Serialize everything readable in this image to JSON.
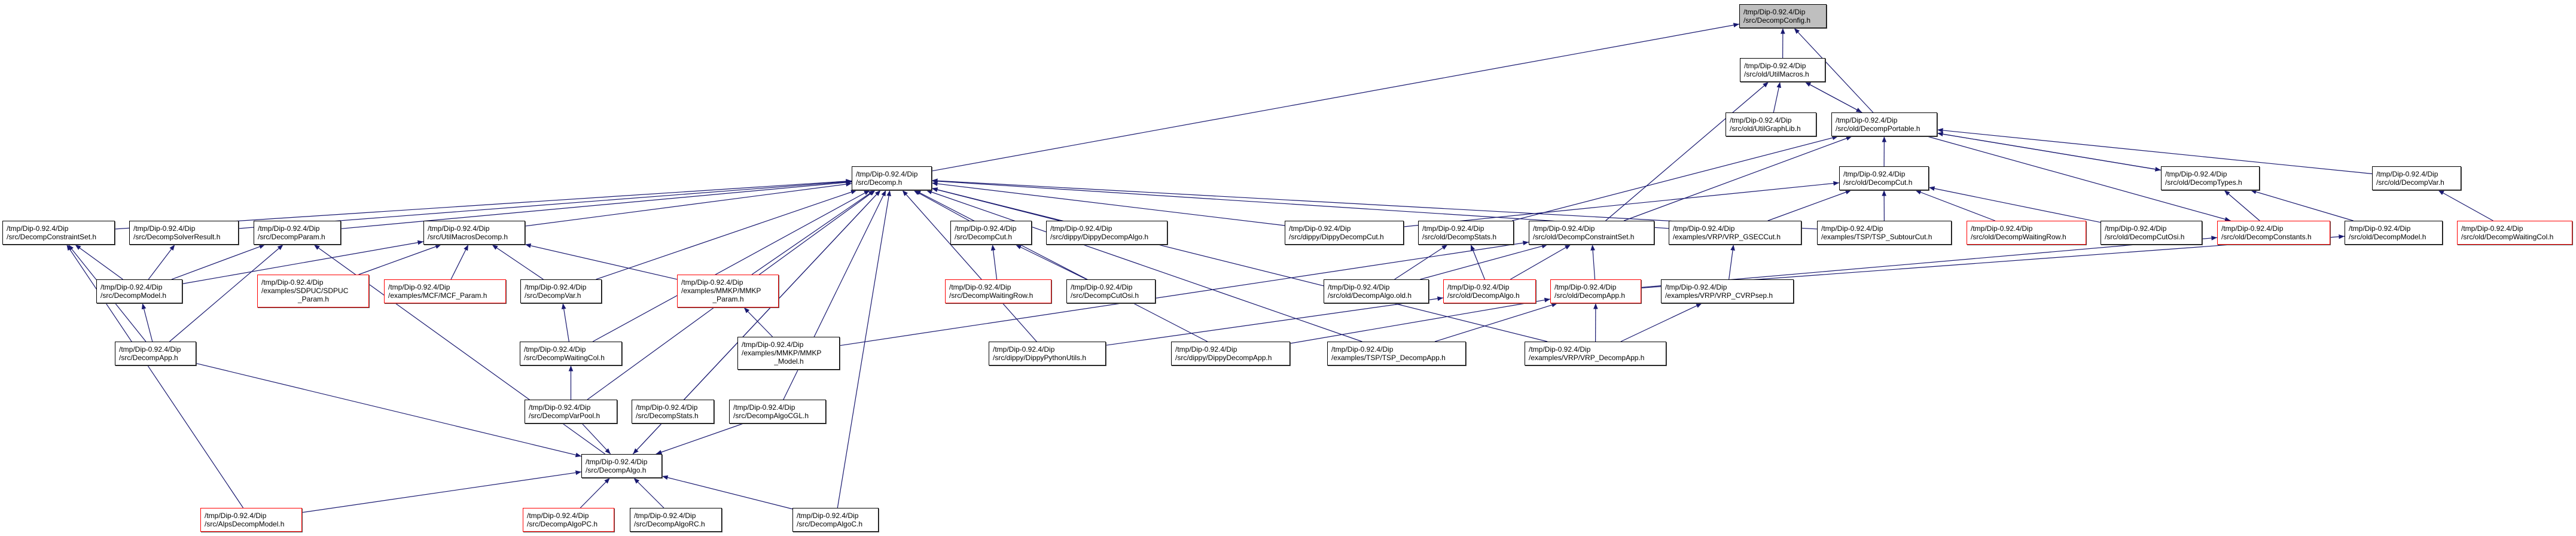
{
  "title": "DecompConfig.h include dependency graph",
  "colors": {
    "edge": "#191970",
    "node_border": "#000000",
    "incomplete_border": "#ff0000",
    "root_fill": "#bfbfbf"
  },
  "nodes": {
    "config": {
      "lines": [
        "/tmp/Dip-0.92.4/Dip",
        "/src/DecompConfig.h"
      ],
      "style": "root"
    },
    "utilmacros": {
      "lines": [
        "/tmp/Dip-0.92.4/Dip",
        "/src/old/UtilMacros.h"
      ]
    },
    "utilgraphlib": {
      "lines": [
        "/tmp/Dip-0.92.4/Dip",
        "/src/old/UtilGraphLib.h"
      ]
    },
    "portable": {
      "lines": [
        "/tmp/Dip-0.92.4/Dip",
        "/src/old/DecompPortable.h"
      ]
    },
    "decomp": {
      "lines": [
        "/tmp/Dip-0.92.4/Dip",
        "/src/Decomp.h"
      ]
    },
    "oldcut": {
      "lines": [
        "/tmp/Dip-0.92.4/Dip",
        "/src/old/DecompCut.h"
      ]
    },
    "types": {
      "lines": [
        "/tmp/Dip-0.92.4/Dip",
        "/src/old/DecompTypes.h"
      ]
    },
    "oldvar": {
      "lines": [
        "/tmp/Dip-0.92.4/Dip",
        "/src/old/DecompVar.h"
      ]
    },
    "constraintset": {
      "lines": [
        "/tmp/Dip-0.92.4/Dip",
        "/src/DecompConstraintSet.h"
      ]
    },
    "solverresult": {
      "lines": [
        "/tmp/Dip-0.92.4/Dip",
        "/src/DecompSolverResult.h"
      ]
    },
    "param": {
      "lines": [
        "/tmp/Dip-0.92.4/Dip",
        "/src/DecompParam.h"
      ]
    },
    "utilmacrosdecomp": {
      "lines": [
        "/tmp/Dip-0.92.4/Dip",
        "/src/UtilMacrosDecomp.h"
      ]
    },
    "decompcut": {
      "lines": [
        "/tmp/Dip-0.92.4/Dip",
        "/src/DecompCut.h"
      ]
    },
    "dippyalgo": {
      "lines": [
        "/tmp/Dip-0.92.4/Dip",
        "/src/dippy/DippyDecompAlgo.h"
      ]
    },
    "dippycut": {
      "lines": [
        "/tmp/Dip-0.92.4/Dip",
        "/src/dippy/DippyDecompCut.h"
      ]
    },
    "oldstats": {
      "lines": [
        "/tmp/Dip-0.92.4/Dip",
        "/src/old/DecompStats.h"
      ]
    },
    "oldconstraintset": {
      "lines": [
        "/tmp/Dip-0.92.4/Dip",
        "/src/old/DecompConstraintSet.h"
      ]
    },
    "gseccut": {
      "lines": [
        "/tmp/Dip-0.92.4/Dip",
        "/examples/VRP/VRP_GSECCut.h"
      ]
    },
    "subtourcut": {
      "lines": [
        "/tmp/Dip-0.92.4/Dip",
        "/examples/TSP/TSP_SubtourCut.h"
      ]
    },
    "oldwaitingrow": {
      "lines": [
        "/tmp/Dip-0.92.4/Dip",
        "/src/old/DecompWaitingRow.h"
      ],
      "style": "red"
    },
    "oldcutosi": {
      "lines": [
        "/tmp/Dip-0.92.4/Dip",
        "/src/old/DecompCutOsi.h"
      ]
    },
    "oldconstants": {
      "lines": [
        "/tmp/Dip-0.92.4/Dip",
        "/src/old/DecompConstants.h"
      ],
      "style": "red"
    },
    "oldmodel": {
      "lines": [
        "/tmp/Dip-0.92.4/Dip",
        "/src/old/DecompModel.h"
      ]
    },
    "oldwaitingcol": {
      "lines": [
        "/tmp/Dip-0.92.4/Dip",
        "/src/old/DecompWaitingCol.h"
      ],
      "style": "red"
    },
    "sdpuc": {
      "lines": [
        "/tmp/Dip-0.92.4/Dip",
        "/examples/SDPUC/SDPUC",
        "_Param.h"
      ],
      "style": "red"
    },
    "mmkpparam": {
      "lines": [
        "/tmp/Dip-0.92.4/Dip",
        "/examples/MMKP/MMKP",
        "_Param.h"
      ],
      "style": "red"
    },
    "decompmodel": {
      "lines": [
        "/tmp/Dip-0.92.4/Dip",
        "/src/DecompModel.h"
      ]
    },
    "mcf": {
      "lines": [
        "/tmp/Dip-0.92.4/Dip",
        "/examples/MCF/MCF_Param.h"
      ],
      "style": "red"
    },
    "decompvar": {
      "lines": [
        "/tmp/Dip-0.92.4/Dip",
        "/src/DecompVar.h"
      ]
    },
    "waitingrow": {
      "lines": [
        "/tmp/Dip-0.92.4/Dip",
        "/src/DecompWaitingRow.h"
      ],
      "style": "red"
    },
    "cutosi": {
      "lines": [
        "/tmp/Dip-0.92.4/Dip",
        "/src/DecompCutOsi.h"
      ]
    },
    "algoold": {
      "lines": [
        "/tmp/Dip-0.92.4/Dip",
        "/src/old/DecompAlgo.old.h"
      ]
    },
    "oldalgo": {
      "lines": [
        "/tmp/Dip-0.92.4/Dip",
        "/src/old/DecompAlgo.h"
      ],
      "style": "red"
    },
    "oldapp": {
      "lines": [
        "/tmp/Dip-0.92.4/Dip",
        "/src/old/DecompApp.h"
      ],
      "style": "red"
    },
    "cvrpsep": {
      "lines": [
        "/tmp/Dip-0.92.4/Dip",
        "/examples/VRP/VRP_CVRPsep.h"
      ]
    },
    "mmkpmodel": {
      "lines": [
        "/tmp/Dip-0.92.4/Dip",
        "/examples/MMKP/MMKP",
        "_Model.h"
      ]
    },
    "decompapp": {
      "lines": [
        "/tmp/Dip-0.92.4/Dip",
        "/src/DecompApp.h"
      ]
    },
    "waitingcol": {
      "lines": [
        "/tmp/Dip-0.92.4/Dip",
        "/src/DecompWaitingCol.h"
      ]
    },
    "pythonutils": {
      "lines": [
        "/tmp/Dip-0.92.4/Dip",
        "/src/dippy/DippyPythonUtils.h"
      ]
    },
    "dippyapp": {
      "lines": [
        "/tmp/Dip-0.92.4/Dip",
        "/src/dippy/DippyDecompApp.h"
      ]
    },
    "tspapp": {
      "lines": [
        "/tmp/Dip-0.92.4/Dip",
        "/examples/TSP/TSP_DecompApp.h"
      ]
    },
    "vrpapp": {
      "lines": [
        "/tmp/Dip-0.92.4/Dip",
        "/examples/VRP/VRP_DecompApp.h"
      ]
    },
    "varpool": {
      "lines": [
        "/tmp/Dip-0.92.4/Dip",
        "/src/DecompVarPool.h"
      ]
    },
    "stats": {
      "lines": [
        "/tmp/Dip-0.92.4/Dip",
        "/src/DecompStats.h"
      ]
    },
    "algocgl": {
      "lines": [
        "/tmp/Dip-0.92.4/Dip",
        "/src/DecompAlgoCGL.h"
      ]
    },
    "algo": {
      "lines": [
        "/tmp/Dip-0.92.4/Dip",
        "/src/DecompAlgo.h"
      ]
    },
    "alps": {
      "lines": [
        "/tmp/Dip-0.92.4/Dip",
        "/src/AlpsDecompModel.h"
      ],
      "style": "red"
    },
    "algopc": {
      "lines": [
        "/tmp/Dip-0.92.4/Dip",
        "/src/DecompAlgoPC.h"
      ],
      "style": "red"
    },
    "algorc": {
      "lines": [
        "/tmp/Dip-0.92.4/Dip",
        "/src/DecompAlgoRC.h"
      ]
    },
    "algoc": {
      "lines": [
        "/tmp/Dip-0.92.4/Dip",
        "/src/DecompAlgoC.h"
      ]
    }
  },
  "edges": [
    [
      "decomp",
      "config"
    ],
    [
      "utilmacros",
      "config"
    ],
    [
      "portable",
      "config"
    ],
    [
      "utilgraphlib",
      "utilmacros"
    ],
    [
      "portable",
      "utilmacros"
    ],
    [
      "utilmacros",
      "portable"
    ],
    [
      "oldconstraintset",
      "utilmacros"
    ],
    [
      "oldconstraintset",
      "portable"
    ],
    [
      "oldstats",
      "portable"
    ],
    [
      "oldcut",
      "portable"
    ],
    [
      "types",
      "portable"
    ],
    [
      "portable",
      "types"
    ],
    [
      "oldvar",
      "portable"
    ],
    [
      "portable",
      "oldconstants"
    ],
    [
      "oldconstants",
      "types"
    ],
    [
      "oldmodel",
      "types"
    ],
    [
      "oldwaitingcol",
      "oldvar"
    ],
    [
      "gseccut",
      "oldcut"
    ],
    [
      "subtourcut",
      "oldcut"
    ],
    [
      "oldwaitingrow",
      "oldcut"
    ],
    [
      "oldcutosi",
      "oldcut"
    ],
    [
      "dippycut",
      "oldcut"
    ],
    [
      "constraintset",
      "decomp"
    ],
    [
      "solverresult",
      "decomp"
    ],
    [
      "param",
      "decomp"
    ],
    [
      "utilmacrosdecomp",
      "decomp"
    ],
    [
      "decompcut",
      "decomp"
    ],
    [
      "dippyalgo",
      "decomp"
    ],
    [
      "dippycut",
      "decomp"
    ],
    [
      "gseccut",
      "decomp"
    ],
    [
      "subtourcut",
      "decomp"
    ],
    [
      "decompvar",
      "decomp"
    ],
    [
      "waitingcol",
      "decomp"
    ],
    [
      "varpool",
      "decomp"
    ],
    [
      "stats",
      "decomp"
    ],
    [
      "algocgl",
      "decomp"
    ],
    [
      "algo",
      "decomp"
    ],
    [
      "algoc",
      "decomp"
    ],
    [
      "pythonutils",
      "decomp"
    ],
    [
      "dippyapp",
      "decomp"
    ],
    [
      "tspapp",
      "decomp"
    ],
    [
      "vrpapp",
      "decomp"
    ],
    [
      "mmkpparam",
      "decomp"
    ],
    [
      "waitingrow",
      "decompcut"
    ],
    [
      "cutosi",
      "decompcut"
    ],
    [
      "decompmodel",
      "constraintset"
    ],
    [
      "decompapp",
      "constraintset"
    ],
    [
      "alps",
      "constraintset"
    ],
    [
      "decompmodel",
      "solverresult"
    ],
    [
      "decompmodel",
      "param"
    ],
    [
      "decompapp",
      "param"
    ],
    [
      "algo",
      "param"
    ],
    [
      "decompmodel",
      "utilmacrosdecomp"
    ],
    [
      "sdpuc",
      "utilmacrosdecomp"
    ],
    [
      "mcf",
      "utilmacrosdecomp"
    ],
    [
      "decompvar",
      "utilmacrosdecomp"
    ],
    [
      "mmkpparam",
      "utilmacrosdecomp"
    ],
    [
      "decompapp",
      "decompmodel"
    ],
    [
      "waitingcol",
      "decompvar"
    ],
    [
      "varpool",
      "waitingcol"
    ],
    [
      "decompapp",
      "algo"
    ],
    [
      "varpool",
      "algo"
    ],
    [
      "stats",
      "algo"
    ],
    [
      "algocgl",
      "algo"
    ],
    [
      "alps",
      "algo"
    ],
    [
      "algopc",
      "algo"
    ],
    [
      "algorc",
      "algo"
    ],
    [
      "algoc",
      "algo"
    ],
    [
      "mmkpmodel",
      "mmkpparam"
    ],
    [
      "mmkpmodel",
      "oldconstraintset"
    ],
    [
      "algoold",
      "oldstats"
    ],
    [
      "algoold",
      "oldconstraintset"
    ],
    [
      "oldalgo",
      "oldstats"
    ],
    [
      "oldalgo",
      "oldconstraintset"
    ],
    [
      "oldapp",
      "oldconstraintset"
    ],
    [
      "oldapp",
      "oldconstants"
    ],
    [
      "oldapp",
      "oldmodel"
    ],
    [
      "pythonutils",
      "oldalgo"
    ],
    [
      "tspapp",
      "oldapp"
    ],
    [
      "vrpapp",
      "oldapp"
    ],
    [
      "dippyapp",
      "oldapp"
    ],
    [
      "vrpapp",
      "cvrpsep"
    ],
    [
      "cvrpsep",
      "gseccut"
    ]
  ]
}
